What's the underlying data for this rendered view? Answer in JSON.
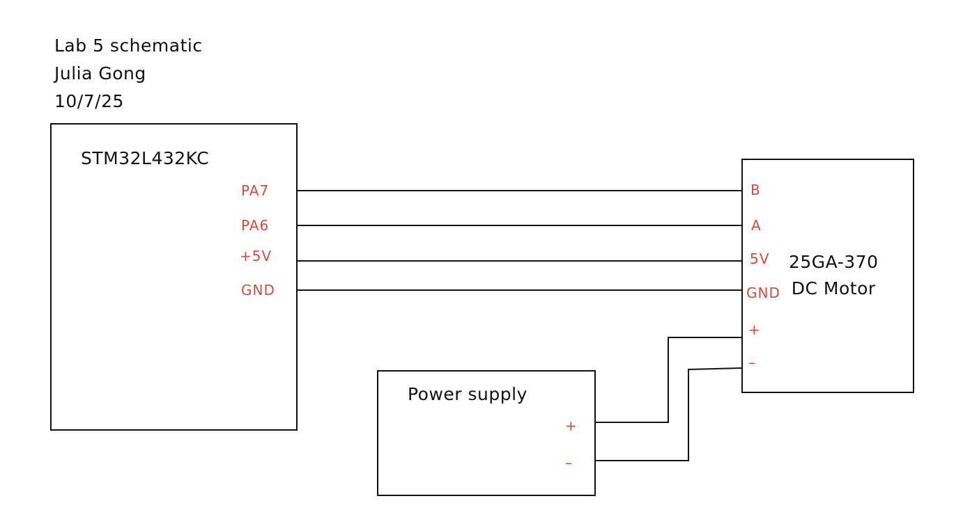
{
  "header": {
    "title": "Lab 5 schematic",
    "author": "Julia Gong",
    "date": "10/7/25"
  },
  "colors": {
    "ink": "#111111",
    "pin_label": "#d94a38"
  },
  "components": {
    "mcu": {
      "name": "STM32L432KC",
      "pins": [
        "PA7",
        "PA6",
        "+5V",
        "GND"
      ]
    },
    "motor": {
      "name_line1": "25GA-370",
      "name_line2": "DC Motor",
      "pins": [
        "B",
        "A",
        "5V",
        "GND",
        "+",
        "–"
      ]
    },
    "power_supply": {
      "name": "Power supply",
      "pins": [
        "+",
        "–"
      ]
    }
  },
  "connections": [
    {
      "from": "STM32L432KC.PA7",
      "to": "DC Motor.B"
    },
    {
      "from": "STM32L432KC.PA6",
      "to": "DC Motor.A"
    },
    {
      "from": "STM32L432KC.+5V",
      "to": "DC Motor.5V"
    },
    {
      "from": "STM32L432KC.GND",
      "to": "DC Motor.GND"
    },
    {
      "from": "Power supply.+",
      "to": "DC Motor.+"
    },
    {
      "from": "Power supply.–",
      "to": "DC Motor.–"
    }
  ]
}
